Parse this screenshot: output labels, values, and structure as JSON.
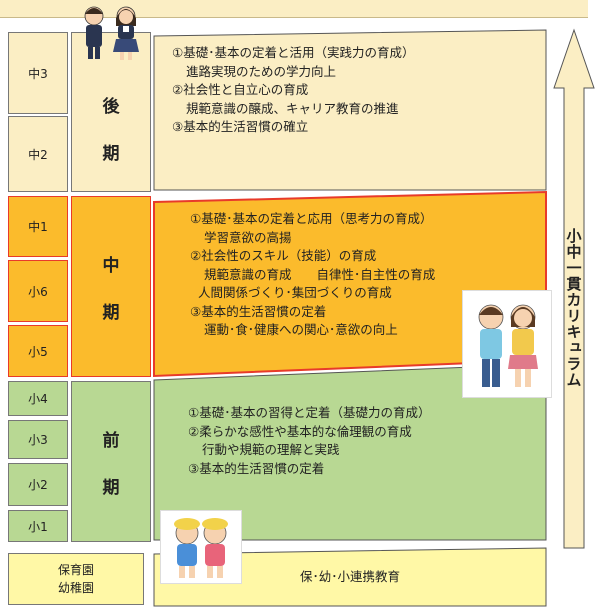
{
  "grades": {
    "late": [
      "中3",
      "中2"
    ],
    "middle": [
      "中1",
      "小6",
      "小5"
    ],
    "early": [
      "小4",
      "小3",
      "小2",
      "小1"
    ],
    "preschool": [
      "保育園",
      "幼稚園"
    ]
  },
  "phases": {
    "late": [
      "後",
      "期"
    ],
    "middle": [
      "中",
      "期"
    ],
    "early": [
      "前",
      "期"
    ]
  },
  "panels": {
    "late": [
      {
        "text": "①基礎･基本の定着と活用（実践力の育成）",
        "indent": false
      },
      {
        "text": "進路実現のための学力向上",
        "indent": true
      },
      {
        "text": "②社会性と自立心の育成",
        "indent": false
      },
      {
        "text": "規範意識の醸成、キャリア教育の推進",
        "indent": true
      },
      {
        "text": "③基本的生活習慣の確立",
        "indent": false
      }
    ],
    "middle": [
      {
        "text": "①基礎･基本の定着と応用（思考力の育成）",
        "indent": false
      },
      {
        "text": "学習意欲の高揚",
        "indent": true
      },
      {
        "text": "②社会性のスキル（技能）の育成",
        "indent": false
      },
      {
        "text": "規範意識の育成　　自律性･自主性の育成",
        "indent": true
      },
      {
        "text": "人間関係づくり･集団づくりの育成",
        "indent": true
      },
      {
        "text": "③基本的生活習慣の定着",
        "indent": false
      },
      {
        "text": "運動･食･健康への関心･意欲の向上",
        "indent": true
      }
    ],
    "early": [
      {
        "text": "①基礎･基本の習得と定着（基礎力の育成）",
        "indent": false
      },
      {
        "text": "②柔らかな感性や基本的な倫理観の育成",
        "indent": false
      },
      {
        "text": "行動や規範の理解と実践",
        "indent": true
      },
      {
        "text": "③基本的生活習慣の定着",
        "indent": false
      }
    ],
    "preschool": "保･幼･小連携教育"
  },
  "arrow_label": "小中一貫カリキュラム",
  "colors": {
    "late": "#fbeec4",
    "middle": "#fbbb2c",
    "middle_border": "#e83a2a",
    "early": "#b8d893",
    "preschool": "#fff8a6"
  }
}
